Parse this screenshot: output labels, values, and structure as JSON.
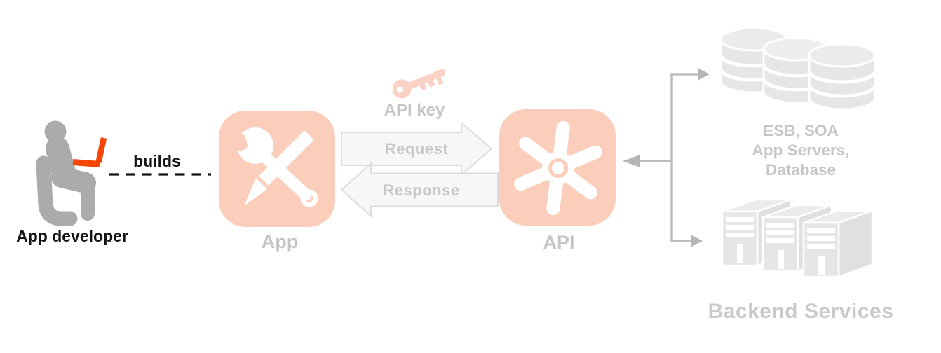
{
  "developer": {
    "caption": "App developer",
    "relation_label": "builds"
  },
  "app_icon": {
    "caption": "App"
  },
  "api_key": {
    "caption": "API key"
  },
  "request_arrow": {
    "label": "Request"
  },
  "response_arrow": {
    "label": "Response"
  },
  "api_icon": {
    "caption": "API"
  },
  "backend": {
    "systems_lines": [
      "ESB, SOA",
      "App Servers,",
      "Database"
    ],
    "services_caption": "Backend Services"
  },
  "icons": {
    "developer": "person-at-laptop-icon",
    "app": "wrench-and-pencil-icon",
    "api_key": "key-icon",
    "api": "pinwheel-gear-icon",
    "backend_systems": "database-stack-icon",
    "backend_services": "server-towers-icon",
    "flow": [
      "request-arrow-icon",
      "response-arrow-icon",
      "connector-branch-icon"
    ]
  },
  "colors": {
    "accent_orange": "#F74708",
    "tile_salmon": "#FBCEBB",
    "key_salmon": "#F9D2C5",
    "figure_gray": "#ABABAB",
    "caption_gray": "#C6C6C6",
    "backend_fill": "#E6E6E6",
    "flow_arrow_fill": "#F7F7F7",
    "flow_arrow_stroke": "#DCDCDC",
    "connector_gray": "#BDBDBD",
    "text_black": "#141414"
  }
}
